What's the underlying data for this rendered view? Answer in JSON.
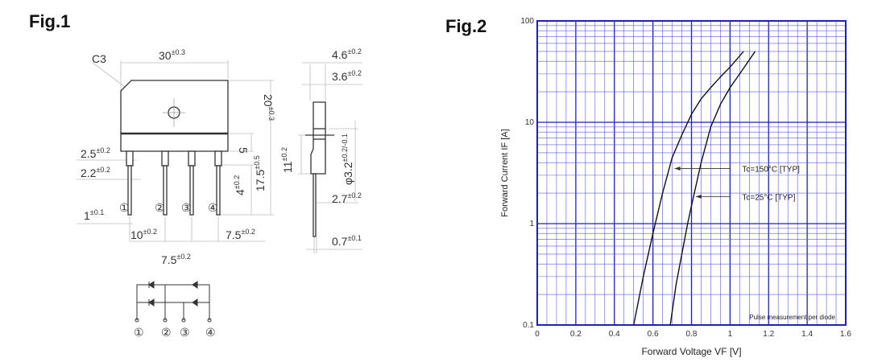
{
  "fig1": {
    "title": "Fig.1",
    "chamfer": "C3",
    "dims": [
      {
        "id": "width",
        "v": "30",
        "t": "±0.3"
      },
      {
        "id": "height",
        "v": "20",
        "t": "±0.3"
      },
      {
        "id": "band",
        "v": "5",
        "t": ""
      },
      {
        "id": "lead-len",
        "v": "17.5",
        "t": "±0.5"
      },
      {
        "id": "lead-shoulder",
        "v": "4",
        "t": "±0.2"
      },
      {
        "id": "pin-w1",
        "v": "2.5",
        "t": "±0.2"
      },
      {
        "id": "pin-w2",
        "v": "2.2",
        "t": "±0.2"
      },
      {
        "id": "pin-thk",
        "v": "1",
        "t": "±0.1"
      },
      {
        "id": "pitch1",
        "v": "10",
        "t": "±0.2"
      },
      {
        "id": "pitch2",
        "v": "7.5",
        "t": "±0.2"
      },
      {
        "id": "pitch3",
        "v": "7.5",
        "t": "±0.2"
      },
      {
        "id": "depth1",
        "v": "4.6",
        "t": "±0.2"
      },
      {
        "id": "depth2",
        "v": "3.6",
        "t": "±0.2"
      },
      {
        "id": "side-h",
        "v": "11",
        "t": "±0.2"
      },
      {
        "id": "hole",
        "v": "φ3.2",
        "t": "±0.2/-0.1"
      },
      {
        "id": "side-lead",
        "v": "2.7",
        "t": "±0.2"
      },
      {
        "id": "lead-thk",
        "v": "0.7",
        "t": "±0.1"
      }
    ],
    "pins": [
      "①",
      "②",
      "③",
      "④"
    ]
  },
  "fig2": {
    "title": "Fig.2"
  },
  "chart_data": {
    "type": "line",
    "title": "",
    "xlabel": "Forward Voltage  VF  [V]",
    "ylabel": "Forward Current  IF  [A]",
    "xlim": [
      0,
      1.6
    ],
    "ylim": [
      0.1,
      100
    ],
    "yscale": "log",
    "grid": true,
    "x_ticks": [
      "0",
      "0.2",
      "0.4",
      "0.6",
      "0.8",
      "1",
      "1.2",
      "1.4",
      "1.6"
    ],
    "y_ticks": [
      "0.1",
      "1",
      "10",
      "100"
    ],
    "series": [
      {
        "name": "Tc=150°C [TYP]",
        "x": [
          0.5,
          0.55,
          0.6,
          0.65,
          0.7,
          0.75,
          0.8,
          0.85,
          0.9,
          0.95,
          1.0,
          1.07
        ],
        "y": [
          0.1,
          0.3,
          0.8,
          2,
          4.5,
          7.5,
          12,
          17,
          22,
          28,
          35,
          50
        ],
        "label_at": [
          1.0,
          3.5
        ],
        "arrow_to": [
          0.7,
          3.5
        ]
      },
      {
        "name": "Tc=25°C [TYP]",
        "x": [
          0.69,
          0.72,
          0.75,
          0.78,
          0.8,
          0.85,
          0.9,
          0.95,
          1.0,
          1.05,
          1.13
        ],
        "y": [
          0.1,
          0.25,
          0.5,
          1.0,
          1.5,
          4,
          9,
          15,
          22,
          30,
          50
        ],
        "label_at": [
          1.0,
          1.85
        ],
        "arrow_to": [
          0.81,
          1.85
        ]
      }
    ],
    "annotations": [
      "Pulse measurement per diode"
    ],
    "colors": {
      "grid": "#5a5ae0",
      "major": "#2020c0",
      "curve": "#111111"
    }
  }
}
